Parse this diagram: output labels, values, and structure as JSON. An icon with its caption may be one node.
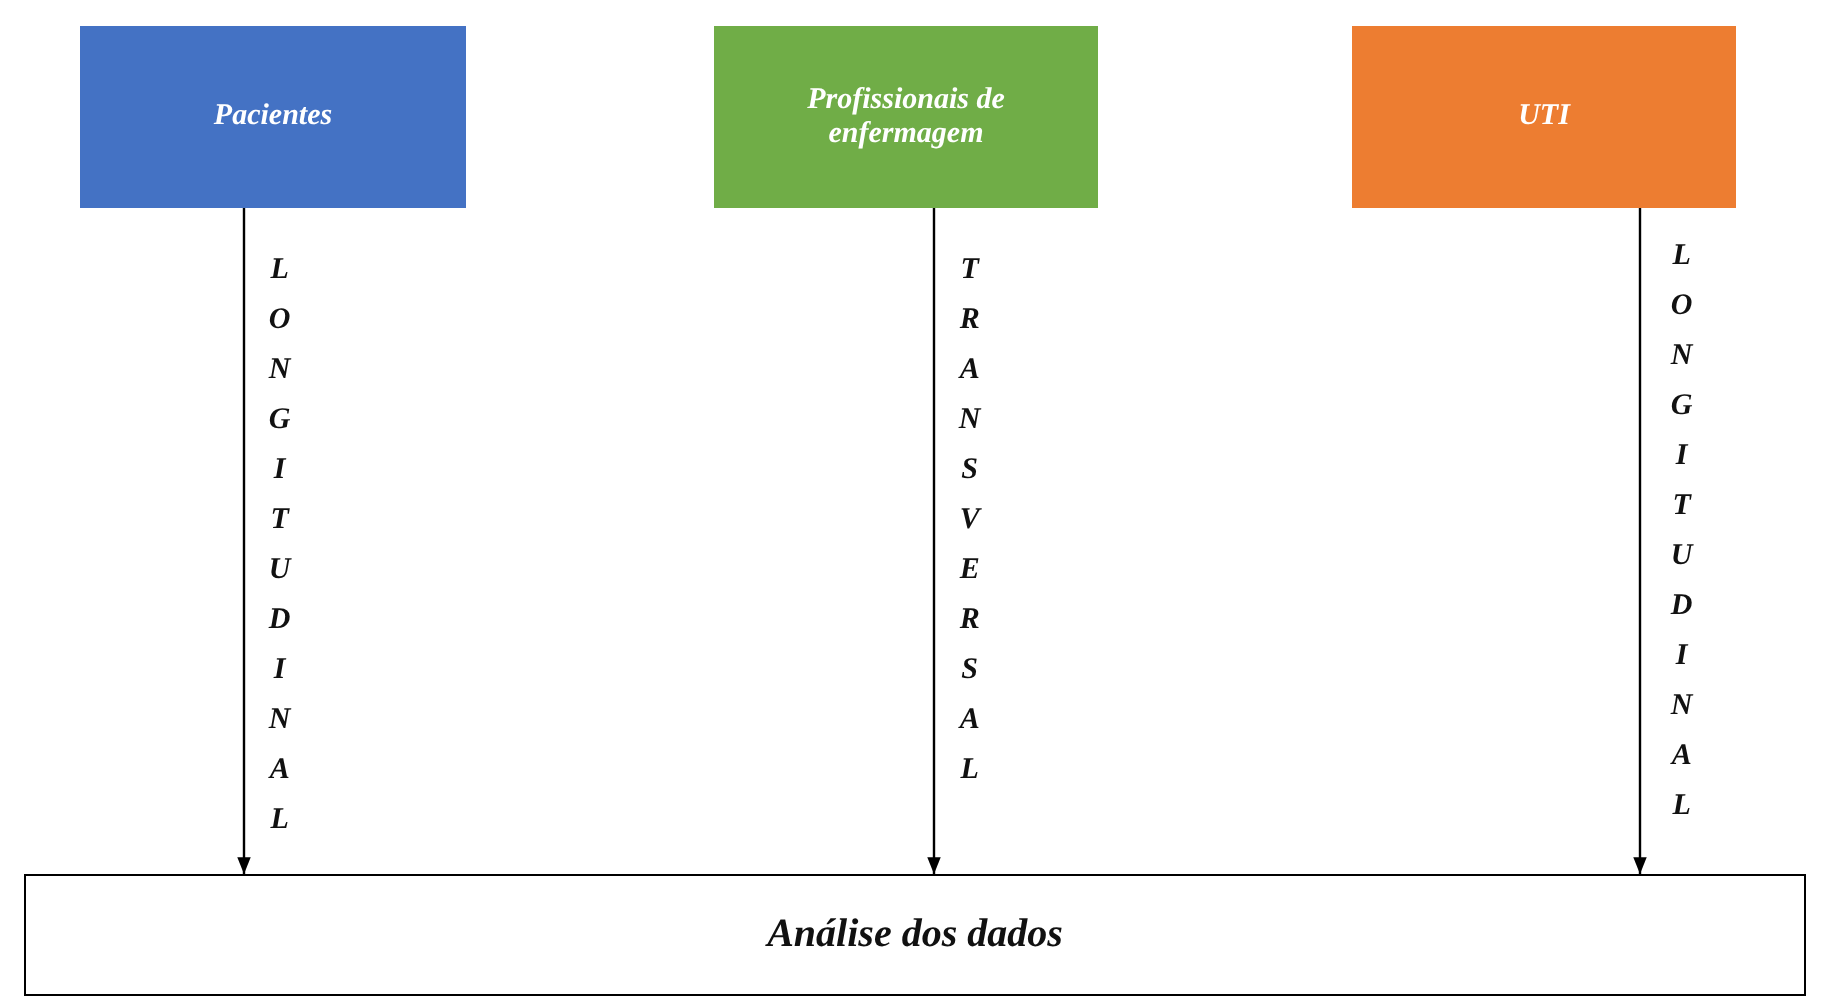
{
  "diagram": {
    "nodes": [
      {
        "text": [
          "Pacientes"
        ]
      },
      {
        "text": [
          "Profissionais de enfermagem"
        ]
      },
      {
        "text": [
          "UTI"
        ]
      },
      {
        "text": [
          "Análise dos dados"
        ]
      }
    ],
    "edges": [
      {
        "from": 0,
        "to": 3,
        "arrow": "to",
        "label": "LONGITUDINAL"
      },
      {
        "from": 1,
        "to": 3,
        "arrow": "to",
        "label": "TRANSVERSAL"
      },
      {
        "from": 2,
        "to": 3,
        "arrow": "to",
        "label": "LONGITUDINAL"
      }
    ]
  }
}
